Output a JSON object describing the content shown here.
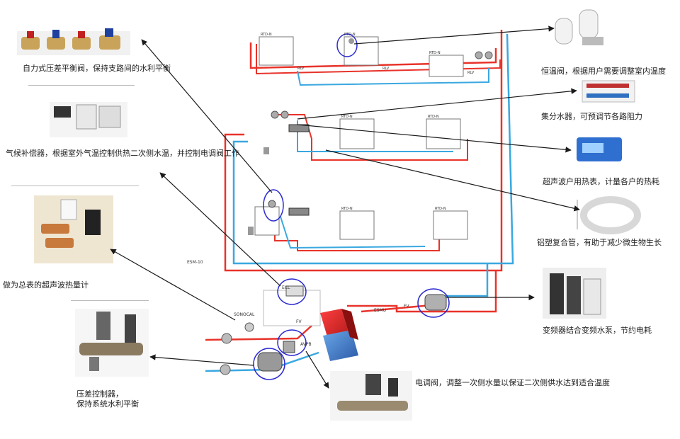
{
  "labels": {
    "self_balancing_valve": "自力式压差平衡阀，保持支路间的水利平衡",
    "weather_compensator": "气候补偿器，根据室外气温控制供热二次侧水温，并控制电调阀工作",
    "ultrasonic_main_meter": "做为总表的超声波热量计",
    "dp_controller_line1": "压差控制器，",
    "dp_controller_line2": "保持系统水利平衡",
    "thermostatic_valve": "恒温阀，根据用户需要调整室内温度",
    "manifold": "集分水器，可预调节各路阻力",
    "household_meter": "超声波户用热表，计量各户的热耗",
    "pipe": "铝塑复合管，有助于减少微生物生长",
    "vfd": "变频器结合变频水泵，节约电耗",
    "electric_valve": "电调阀，调整一次侧水量以保证二次侧供水达到适合温度"
  },
  "schematic": {
    "radiator_tag": "RTD-N",
    "valve_tag": "RLV",
    "esm": "ESM-10",
    "sonoca": "SONOCAL",
    "ecl": "ECL",
    "fv": "FV",
    "avpb": "AVPB",
    "esmu": "ESMU"
  },
  "colors": {
    "supply": "#e8332a",
    "return": "#3aa8e0",
    "arrow": "#1a1a1a",
    "highlight": "#2a2ad0"
  }
}
